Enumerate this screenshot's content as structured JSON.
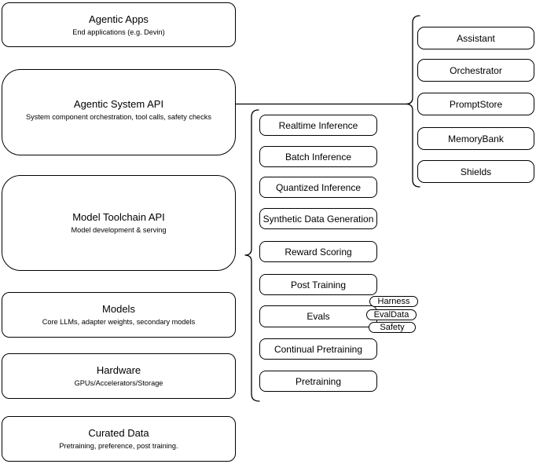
{
  "stack": {
    "layers": [
      {
        "title": "Agentic Apps",
        "subtitle": "End applications (e.g. Devin)"
      },
      {
        "title": "Agentic System API",
        "subtitle": "System component orchestration, tool calls, safety checks"
      },
      {
        "title": "Model Toolchain API",
        "subtitle": "Model development & serving"
      },
      {
        "title": "Models",
        "subtitle": "Core LLMs, adapter weights, secondary models"
      },
      {
        "title": "Hardware",
        "subtitle": "GPUs/Accelerators/Storage"
      },
      {
        "title": "Curated Data",
        "subtitle": "Pretraining, preference, post training."
      }
    ]
  },
  "toolchain": {
    "items": [
      "Realtime Inference",
      "Batch Inference",
      "Quantized Inference",
      "Synthetic Data Generation",
      "Reward Scoring",
      "Post Training",
      "Evals",
      "Continual Pretraining",
      "Pretraining"
    ],
    "evals_tags": [
      "Harness",
      "EvalData",
      "Safety"
    ]
  },
  "system_components": {
    "items": [
      "Assistant",
      "Orchestrator",
      "PromptStore",
      "MemoryBank",
      "Shields"
    ]
  },
  "colors": {
    "stroke": "#000000",
    "fill": "#ffffff",
    "background": "#ffffff"
  }
}
